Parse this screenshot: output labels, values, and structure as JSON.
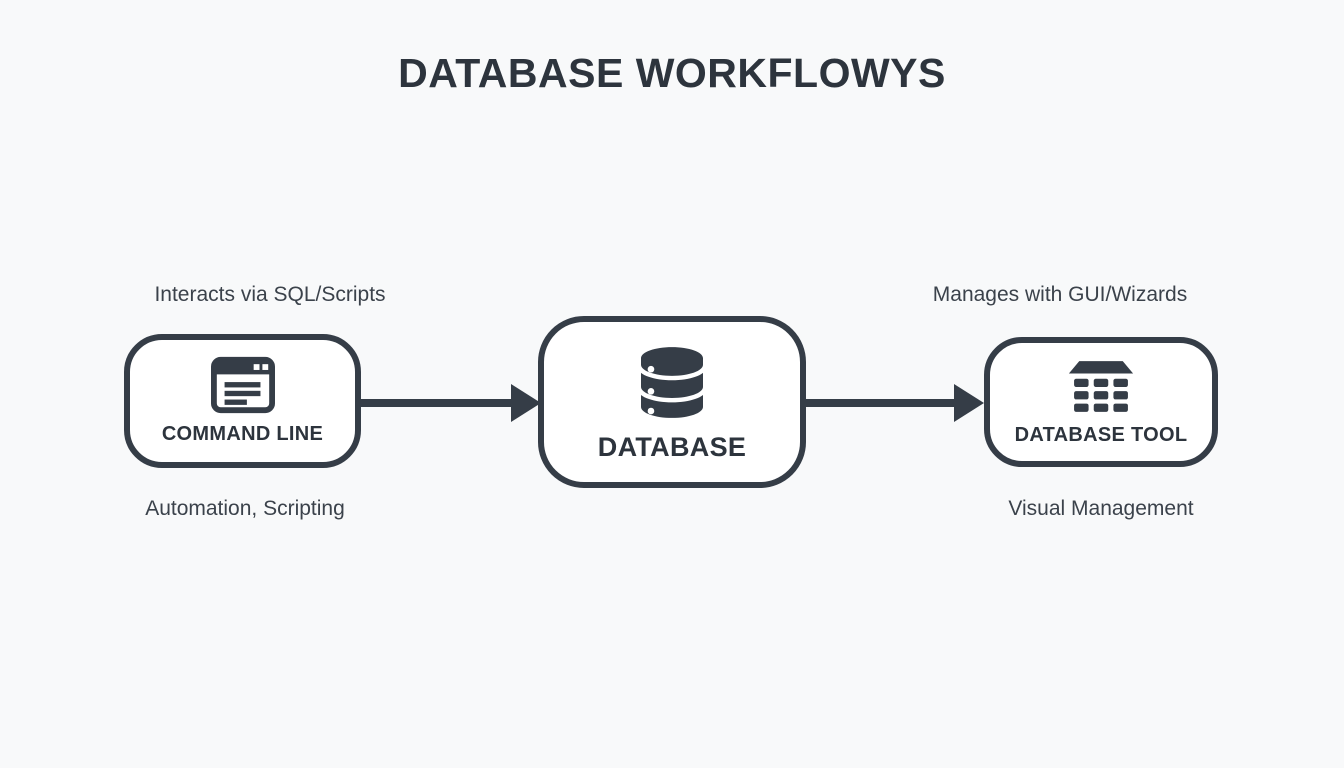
{
  "title": "DATABASE WORKFLOWYS",
  "colors": {
    "ink": "#353d47",
    "caption": "#3b424b",
    "background": "#f8f9fa",
    "node_fill": "#ffffff"
  },
  "diagram": {
    "nodes": [
      {
        "label": "COMMAND LINE",
        "icon": "terminal-window-icon",
        "caption_top": "Interacts via SQL/Scripts",
        "caption_bottom": "Automation, Scripting"
      },
      {
        "label": "DATABASE",
        "icon": "database-icon"
      },
      {
        "label": "DATABASE TOOL",
        "icon": "table-grid-icon",
        "caption_top": "Manages with GUI/Wizards",
        "caption_bottom": "Visual Management"
      }
    ],
    "connections": [
      {
        "from": "COMMAND LINE",
        "to": "DATABASE"
      },
      {
        "from": "DATABASE",
        "to": "DATABASE TOOL"
      }
    ]
  }
}
